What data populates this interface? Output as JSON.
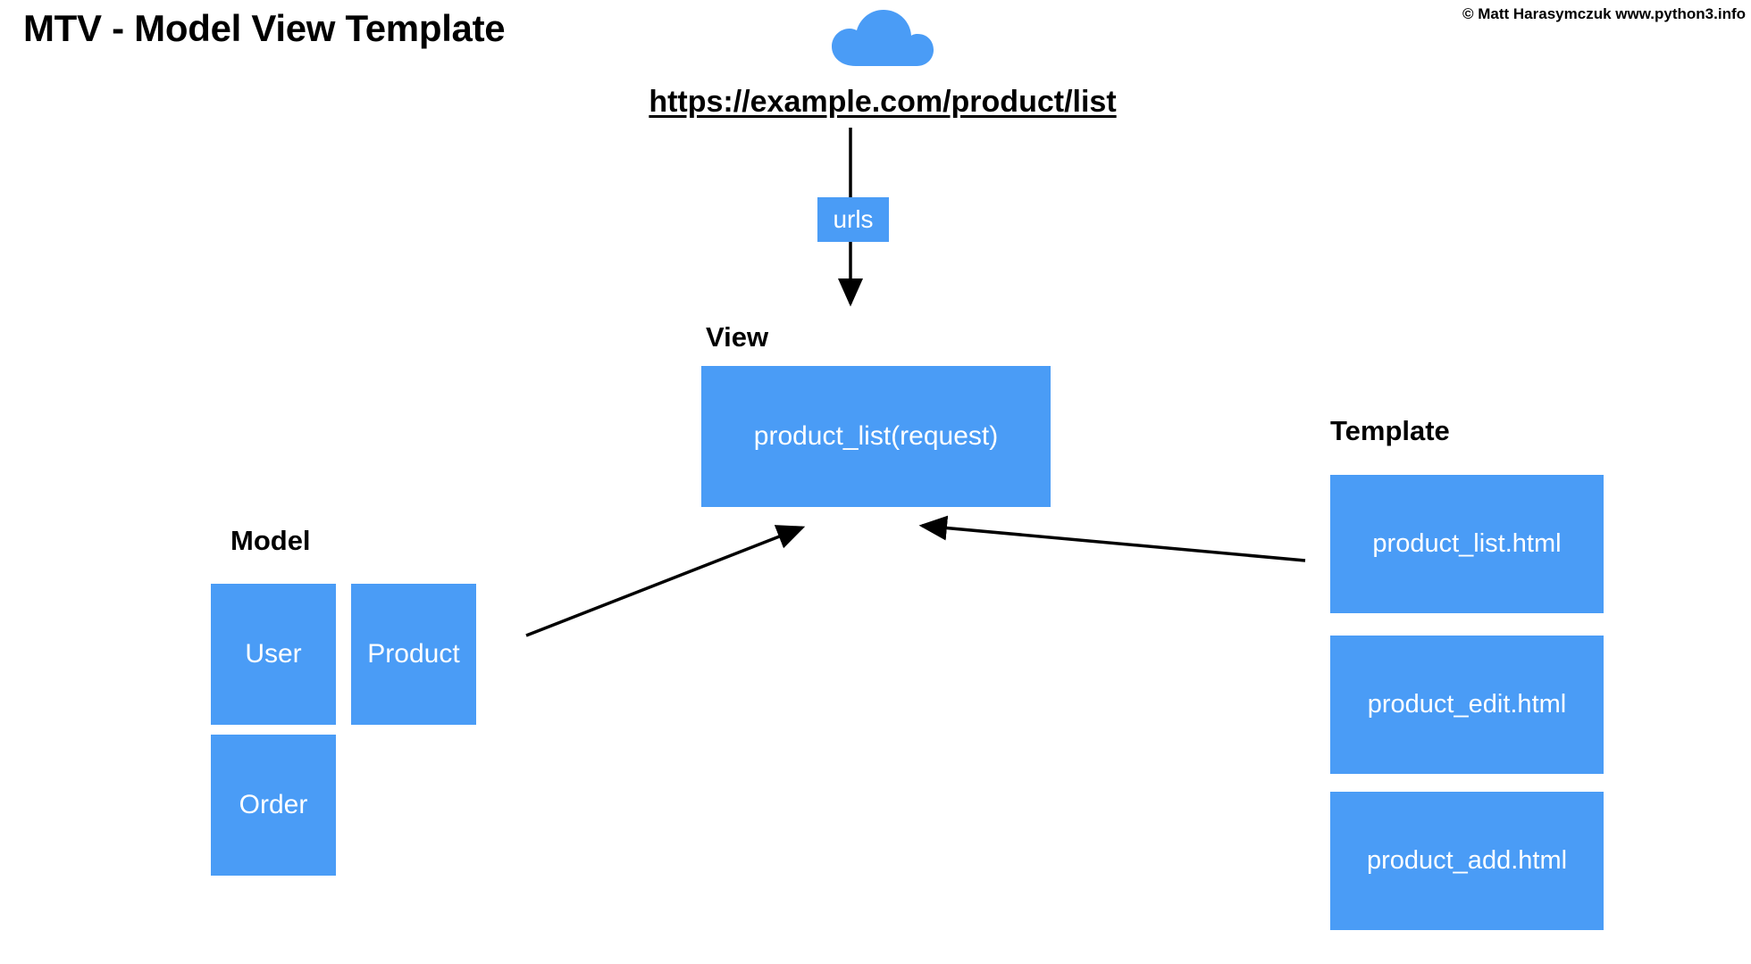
{
  "slide": {
    "title": "MTV - Model View Template",
    "copyright": "© Matt Harasymczuk www.python3.info",
    "accent_color": "#4a9cf6",
    "background_color": "#ffffff",
    "line_color": "#000000"
  },
  "internet": {
    "icon": "cloud-icon",
    "url": "https://example.com/product/list"
  },
  "router": {
    "label": "urls"
  },
  "view": {
    "heading": "View",
    "node_label": "product_list(request)"
  },
  "model": {
    "heading": "Model",
    "nodes": [
      {
        "label": "User"
      },
      {
        "label": "Product"
      },
      {
        "label": "Order"
      }
    ]
  },
  "template": {
    "heading": "Template",
    "nodes": [
      {
        "label": "product_list.html"
      },
      {
        "label": "product_edit.html"
      },
      {
        "label": "product_add.html"
      }
    ]
  },
  "connections": [
    {
      "name": "url-to-urls",
      "from": "url-text",
      "to": "urls",
      "direction": "down"
    },
    {
      "name": "urls-to-view",
      "from": "urls",
      "to": "view",
      "direction": "down"
    },
    {
      "name": "model-to-view",
      "from": "model",
      "to": "view",
      "direction": "up-right"
    },
    {
      "name": "template-to-view",
      "from": "template",
      "to": "view",
      "direction": "left"
    }
  ]
}
